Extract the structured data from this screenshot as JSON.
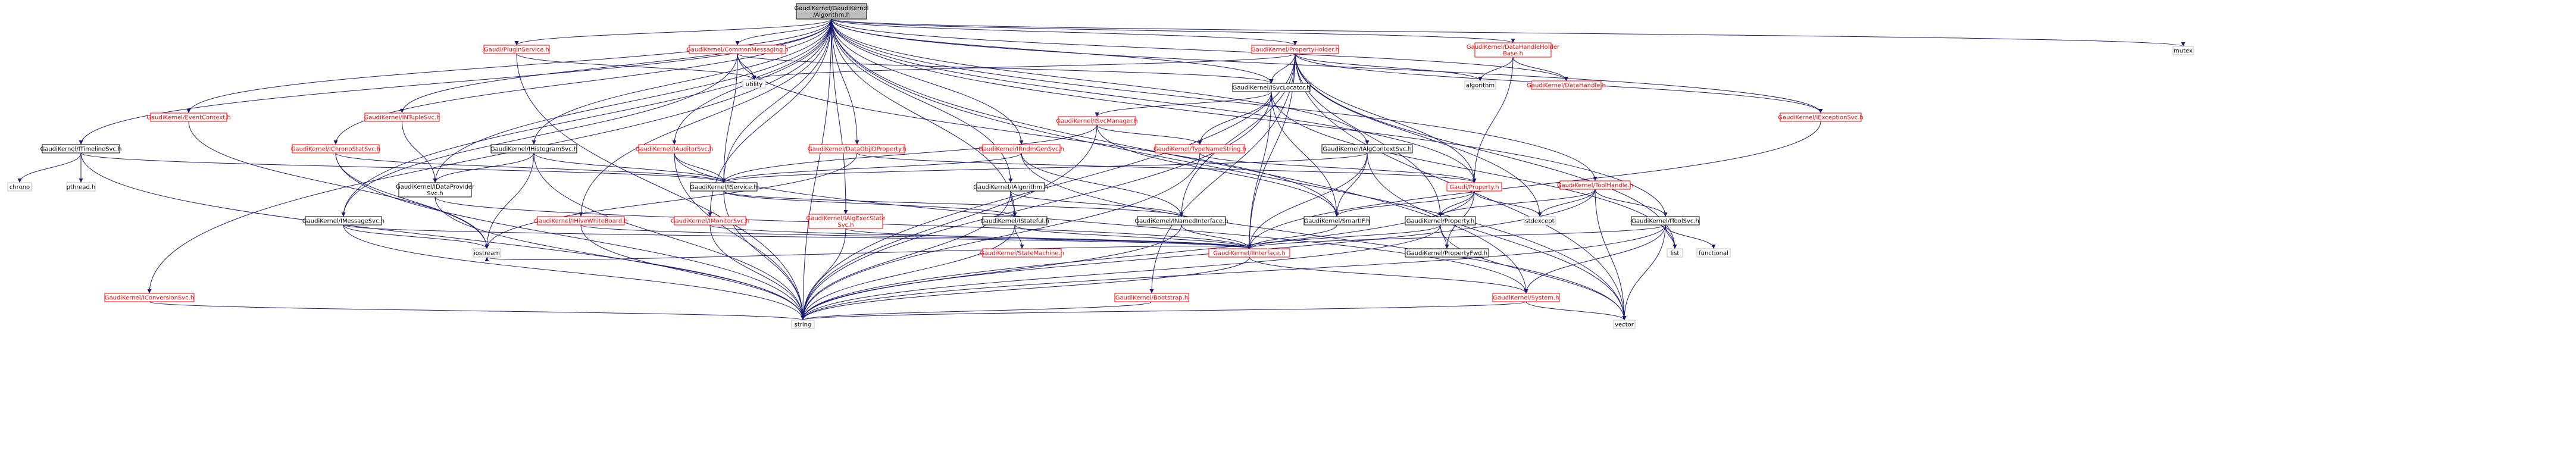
{
  "colors": {
    "edge": "#191970",
    "root_fill": "#bfbfbf",
    "root_stroke": "#000000",
    "file_stroke": "#000000",
    "file_text": "#000000",
    "link_stroke": "#ff0000",
    "link_text": "#ff0000",
    "external_stroke": "#bfbfbf",
    "external_text": "#000000",
    "background": "#ffffff"
  },
  "nodes": [
    {
      "id": "root",
      "kind": "root",
      "lines": [
        "GaudiKernel/GaudiKernel",
        "/Algorithm.h"
      ]
    },
    {
      "id": "plugin",
      "kind": "link",
      "lines": [
        "Gaudi/PluginService.h"
      ]
    },
    {
      "id": "common",
      "kind": "link",
      "lines": [
        "GaudiKernel/CommonMessaging.h"
      ]
    },
    {
      "id": "propholder",
      "kind": "link",
      "lines": [
        "GaudiKernel/PropertyHolder.h"
      ]
    },
    {
      "id": "datahandleholder",
      "kind": "link",
      "lines": [
        "GaudiKernel/DataHandleHolder",
        "Base.h"
      ]
    },
    {
      "id": "mutex",
      "kind": "external",
      "lines": [
        "mutex"
      ]
    },
    {
      "id": "eventcontext",
      "kind": "link",
      "lines": [
        "GaudiKernel/EventContext.h"
      ]
    },
    {
      "id": "intuplesvc",
      "kind": "link",
      "lines": [
        "GaudiKernel/INTupleSvc.h"
      ]
    },
    {
      "id": "utility",
      "kind": "external",
      "lines": [
        "utility"
      ]
    },
    {
      "id": "isvclocator",
      "kind": "file",
      "lines": [
        "GaudiKernel/ISvcLocator.h"
      ]
    },
    {
      "id": "algorithm",
      "kind": "external",
      "lines": [
        "algorithm"
      ]
    },
    {
      "id": "datahandle",
      "kind": "link",
      "lines": [
        "GaudiKernel/DataHandle.h"
      ]
    },
    {
      "id": "iexceptionsvc",
      "kind": "link",
      "lines": [
        "GaudiKernel/IExceptionSvc.h"
      ]
    },
    {
      "id": "itimelinesvc",
      "kind": "file",
      "lines": [
        "GaudiKernel/ITimelineSvc.h"
      ]
    },
    {
      "id": "ichronostatsvc",
      "kind": "link",
      "lines": [
        "GaudiKernel/IChronoStatSvc.h"
      ]
    },
    {
      "id": "ihistogramsvc",
      "kind": "file",
      "lines": [
        "GaudiKernel/IHistogramSvc.h"
      ]
    },
    {
      "id": "iauditorsvc",
      "kind": "link",
      "lines": [
        "GaudiKernel/IAuditorSvc.h"
      ]
    },
    {
      "id": "dataobjid",
      "kind": "link",
      "lines": [
        "GaudiKernel/DataObjIDProperty.h"
      ]
    },
    {
      "id": "isvcmanager",
      "kind": "link",
      "lines": [
        "GaudiKernel/ISvcManager.h"
      ]
    },
    {
      "id": "irndmgensvc",
      "kind": "link",
      "lines": [
        "GaudiKernel/IRndmGenSvc.h"
      ]
    },
    {
      "id": "typenamestring",
      "kind": "link",
      "lines": [
        "GaudiKernel/TypeNameString.h"
      ]
    },
    {
      "id": "ialgcontextsvc",
      "kind": "file",
      "lines": [
        "GaudiKernel/IAlgContextSvc.h"
      ]
    },
    {
      "id": "toolhandle",
      "kind": "link",
      "lines": [
        "GaudiKernel/ToolHandle.h"
      ]
    },
    {
      "id": "chrono",
      "kind": "external",
      "lines": [
        "chrono"
      ]
    },
    {
      "id": "pthread",
      "kind": "external",
      "lines": [
        "pthread.h"
      ]
    },
    {
      "id": "idataprovider",
      "kind": "file",
      "lines": [
        "GaudiKernel/IDataProvider",
        "Svc.h"
      ]
    },
    {
      "id": "iservice",
      "kind": "file",
      "lines": [
        "GaudiKernel/IService.h"
      ]
    },
    {
      "id": "ialgorithm",
      "kind": "file",
      "lines": [
        "GaudiKernel/IAlgorithm.h"
      ]
    },
    {
      "id": "gaudiproperty",
      "kind": "link",
      "lines": [
        "Gaudi/Property.h"
      ]
    },
    {
      "id": "imessagesvc",
      "kind": "file",
      "lines": [
        "GaudiKernel/IMessageSvc.h"
      ]
    },
    {
      "id": "ihivewhiteboard",
      "kind": "link",
      "lines": [
        "GaudiKernel/IHiveWhiteBoard.h"
      ]
    },
    {
      "id": "imonitorsvc",
      "kind": "link",
      "lines": [
        "GaudiKernel/IMonitorSvc.h"
      ]
    },
    {
      "id": "ialgexecstate",
      "kind": "link",
      "lines": [
        "GaudiKernel/IAlgExecState",
        "Svc.h"
      ]
    },
    {
      "id": "istateful",
      "kind": "file",
      "lines": [
        "GaudiKernel/IStateful.h"
      ]
    },
    {
      "id": "inamedinterface",
      "kind": "file",
      "lines": [
        "GaudiKernel/INamedInterface.h"
      ]
    },
    {
      "id": "smartif",
      "kind": "file",
      "lines": [
        "GaudiKernel/SmartIF.h"
      ]
    },
    {
      "id": "stdexcept",
      "kind": "external",
      "lines": [
        "stdexcept"
      ]
    },
    {
      "id": "gkproperty",
      "kind": "file",
      "lines": [
        "GaudiKernel/Property.h"
      ]
    },
    {
      "id": "itoolsvc",
      "kind": "file",
      "lines": [
        "GaudiKernel/IToolSvc.h"
      ]
    },
    {
      "id": "list",
      "kind": "external",
      "lines": [
        "list"
      ]
    },
    {
      "id": "functional",
      "kind": "external",
      "lines": [
        "functional"
      ]
    },
    {
      "id": "iostream",
      "kind": "external",
      "lines": [
        "iostream"
      ]
    },
    {
      "id": "statemachine",
      "kind": "link",
      "lines": [
        "GaudiKernel/StateMachine.h"
      ]
    },
    {
      "id": "iinterface",
      "kind": "link",
      "lines": [
        "GaudiKernel/IInterface.h"
      ]
    },
    {
      "id": "propertyfwd",
      "kind": "file",
      "lines": [
        "GaudiKernel/PropertyFwd.h"
      ]
    },
    {
      "id": "iconversionsvc",
      "kind": "link",
      "lines": [
        "GaudiKernel/IConversionSvc.h"
      ]
    },
    {
      "id": "bootstrap",
      "kind": "link",
      "lines": [
        "GaudiKernel/Bootstrap.h"
      ]
    },
    {
      "id": "system",
      "kind": "link",
      "lines": [
        "GaudiKernel/System.h"
      ]
    },
    {
      "id": "string",
      "kind": "external",
      "lines": [
        "string"
      ]
    },
    {
      "id": "vector",
      "kind": "external",
      "lines": [
        "vector"
      ]
    }
  ],
  "edges": [
    [
      "root",
      "plugin"
    ],
    [
      "root",
      "common"
    ],
    [
      "root",
      "propholder"
    ],
    [
      "root",
      "datahandleholder"
    ],
    [
      "root",
      "mutex"
    ],
    [
      "root",
      "eventcontext"
    ],
    [
      "root",
      "intuplesvc"
    ],
    [
      "root",
      "isvclocator"
    ],
    [
      "root",
      "datahandle"
    ],
    [
      "root",
      "iexceptionsvc"
    ],
    [
      "root",
      "itimelinesvc"
    ],
    [
      "root",
      "ichronostatsvc"
    ],
    [
      "root",
      "ihistogramsvc"
    ],
    [
      "root",
      "iauditorsvc"
    ],
    [
      "root",
      "dataobjid"
    ],
    [
      "root",
      "irndmgensvc"
    ],
    [
      "root",
      "ialgcontextsvc"
    ],
    [
      "root",
      "toolhandle"
    ],
    [
      "root",
      "idataprovider"
    ],
    [
      "root",
      "iservice"
    ],
    [
      "root",
      "ialgorithm"
    ],
    [
      "root",
      "gaudiproperty"
    ],
    [
      "root",
      "imessagesvc"
    ],
    [
      "root",
      "ihivewhiteboard"
    ],
    [
      "root",
      "imonitorsvc"
    ],
    [
      "root",
      "ialgexecstate"
    ],
    [
      "root",
      "istateful"
    ],
    [
      "root",
      "itoolsvc"
    ],
    [
      "root",
      "iconversionsvc"
    ],
    [
      "root",
      "system"
    ],
    [
      "root",
      "string"
    ],
    [
      "root",
      "vector"
    ],
    [
      "plugin",
      "utility"
    ],
    [
      "plugin",
      "string"
    ],
    [
      "common",
      "utility"
    ],
    [
      "common",
      "isvclocator"
    ],
    [
      "common",
      "iservice"
    ],
    [
      "common",
      "imessagesvc"
    ],
    [
      "common",
      "smartif"
    ],
    [
      "propholder",
      "utility"
    ],
    [
      "propholder",
      "isvclocator"
    ],
    [
      "propholder",
      "algorithm"
    ],
    [
      "propholder",
      "gaudiproperty"
    ],
    [
      "propholder",
      "gkproperty"
    ],
    [
      "propholder",
      "inamedinterface"
    ],
    [
      "propholder",
      "stdexcept"
    ],
    [
      "propholder",
      "iinterface"
    ],
    [
      "propholder",
      "bootstrap"
    ],
    [
      "propholder",
      "list"
    ],
    [
      "propholder",
      "string"
    ],
    [
      "propholder",
      "vector"
    ],
    [
      "propholder",
      "iexceptionsvc"
    ],
    [
      "datahandleholder",
      "algorithm"
    ],
    [
      "datahandleholder",
      "datahandle"
    ],
    [
      "datahandleholder",
      "gaudiproperty"
    ],
    [
      "eventcontext",
      "iostream"
    ],
    [
      "intuplesvc",
      "idataprovider"
    ],
    [
      "isvclocator",
      "isvcmanager"
    ],
    [
      "isvclocator",
      "typenamestring"
    ],
    [
      "isvclocator",
      "smartif"
    ],
    [
      "isvclocator",
      "iinterface"
    ],
    [
      "isvclocator",
      "string"
    ],
    [
      "isvclocator",
      "list"
    ],
    [
      "iexceptionsvc",
      "iinterface"
    ],
    [
      "itimelinesvc",
      "chrono"
    ],
    [
      "itimelinesvc",
      "pthread"
    ],
    [
      "itimelinesvc",
      "iservice"
    ],
    [
      "itimelinesvc",
      "string"
    ],
    [
      "ichronostatsvc",
      "iostream"
    ],
    [
      "ichronostatsvc",
      "iservice"
    ],
    [
      "ichronostatsvc",
      "string"
    ],
    [
      "ihistogramsvc",
      "idataprovider"
    ],
    [
      "ihistogramsvc",
      "iservice"
    ],
    [
      "ihistogramsvc",
      "iostream"
    ],
    [
      "ihistogramsvc",
      "string"
    ],
    [
      "iauditorsvc",
      "iservice"
    ],
    [
      "iauditorsvc",
      "string"
    ],
    [
      "iauditorsvc",
      "system"
    ],
    [
      "dataobjid",
      "gaudiproperty"
    ],
    [
      "dataobjid",
      "iostream"
    ],
    [
      "isvcmanager",
      "iservice"
    ],
    [
      "isvcmanager",
      "typenamestring"
    ],
    [
      "isvcmanager",
      "smartif"
    ],
    [
      "isvcmanager",
      "string"
    ],
    [
      "irndmgensvc",
      "iservice"
    ],
    [
      "irndmgensvc",
      "inamedinterface"
    ],
    [
      "irndmgensvc",
      "vector"
    ],
    [
      "typenamestring",
      "gaudiproperty"
    ],
    [
      "typenamestring",
      "string"
    ],
    [
      "ialgcontextsvc",
      "iservice"
    ],
    [
      "ialgcontextsvc",
      "smartif"
    ],
    [
      "ialgcontextsvc",
      "iinterface"
    ],
    [
      "ialgcontextsvc",
      "vector"
    ],
    [
      "toolhandle",
      "itoolsvc"
    ],
    [
      "toolhandle",
      "gkproperty"
    ],
    [
      "toolhandle",
      "stdexcept"
    ],
    [
      "toolhandle",
      "string"
    ],
    [
      "toolhandle",
      "vector"
    ],
    [
      "idataprovider",
      "iinterface"
    ],
    [
      "idataprovider",
      "string"
    ],
    [
      "iservice",
      "inamedinterface"
    ],
    [
      "iservice",
      "istateful"
    ],
    [
      "iservice",
      "string"
    ],
    [
      "ialgorithm",
      "istateful"
    ],
    [
      "ialgorithm",
      "inamedinterface"
    ],
    [
      "ialgorithm",
      "string"
    ],
    [
      "gaudiproperty",
      "gkproperty"
    ],
    [
      "gaudiproperty",
      "smartif"
    ],
    [
      "gaudiproperty",
      "propertyfwd"
    ],
    [
      "gaudiproperty",
      "stdexcept"
    ],
    [
      "gaudiproperty",
      "string"
    ],
    [
      "imessagesvc",
      "iinterface"
    ],
    [
      "imessagesvc",
      "iostream"
    ],
    [
      "imessagesvc",
      "string"
    ],
    [
      "ihivewhiteboard",
      "iinterface"
    ],
    [
      "ihivewhiteboard",
      "string"
    ],
    [
      "imonitorsvc",
      "iinterface"
    ],
    [
      "imonitorsvc",
      "string"
    ],
    [
      "ialgexecstate",
      "iinterface"
    ],
    [
      "ialgexecstate",
      "string"
    ],
    [
      "istateful",
      "statemachine"
    ],
    [
      "istateful",
      "iinterface"
    ],
    [
      "istateful",
      "string"
    ],
    [
      "inamedinterface",
      "iinterface"
    ],
    [
      "inamedinterface",
      "string"
    ],
    [
      "smartif",
      "iinterface"
    ],
    [
      "gkproperty",
      "iinterface"
    ],
    [
      "gkproperty",
      "propertyfwd"
    ],
    [
      "gkproperty",
      "string"
    ],
    [
      "gkproperty",
      "vector"
    ],
    [
      "itoolsvc",
      "iinterface"
    ],
    [
      "itoolsvc",
      "list"
    ],
    [
      "itoolsvc",
      "functional"
    ],
    [
      "itoolsvc",
      "system"
    ],
    [
      "itoolsvc",
      "string"
    ],
    [
      "itoolsvc",
      "vector"
    ],
    [
      "iinterface",
      "system"
    ],
    [
      "iinterface",
      "iostream"
    ],
    [
      "iinterface",
      "string"
    ],
    [
      "iconversionsvc",
      "string"
    ],
    [
      "bootstrap",
      "string"
    ],
    [
      "system",
      "string"
    ],
    [
      "system",
      "vector"
    ]
  ]
}
